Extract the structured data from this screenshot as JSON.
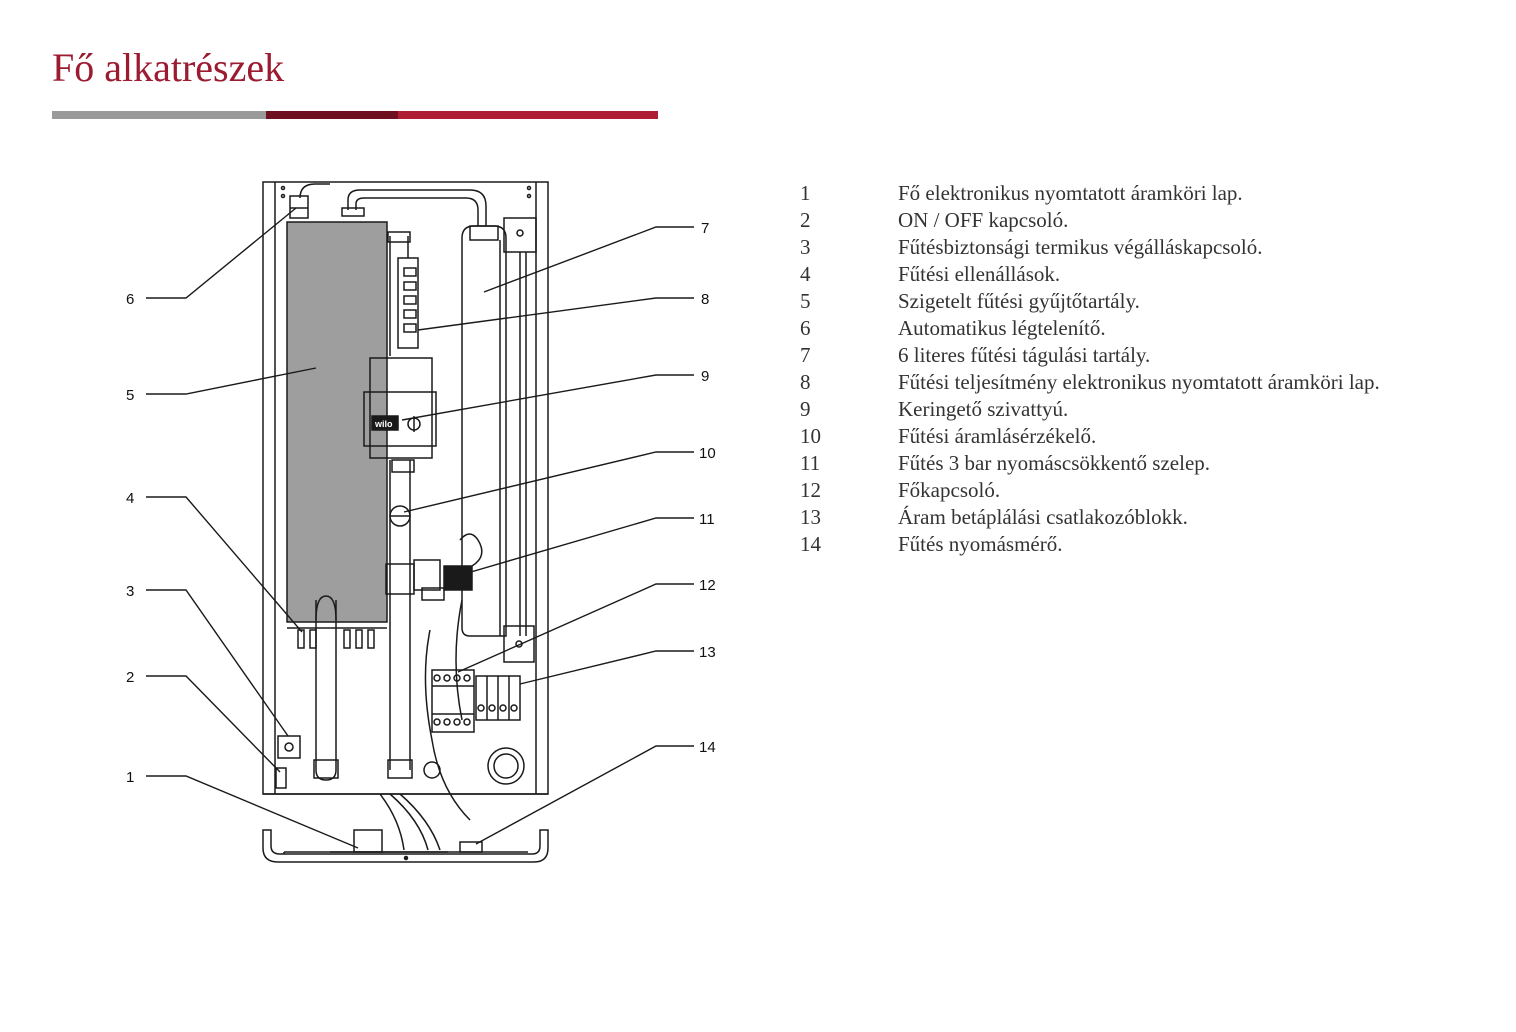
{
  "title": "Fő alkatrészek",
  "colors": {
    "accent": "#9b1b30",
    "rule_grey": "#9a9a9a",
    "rule_dark": "#6e1020",
    "rule_red": "#b01e34",
    "tank_fill": "#9e9e9e"
  },
  "callouts": [
    "1",
    "2",
    "3",
    "4",
    "5",
    "6",
    "7",
    "8",
    "9",
    "10",
    "11",
    "12",
    "13",
    "14"
  ],
  "pump_brand": "wilo",
  "legend": [
    {
      "num": "1",
      "text": "Fő elektronikus nyomtatott áramköri lap."
    },
    {
      "num": "2",
      "text": "ON / OFF kapcsoló."
    },
    {
      "num": "3",
      "text": "Fűtésbiztonsági termikus végálláskapcsoló."
    },
    {
      "num": "4",
      "text": "Fűtési ellenállások."
    },
    {
      "num": "5",
      "text": "Szigetelt fűtési gyűjtőtartály."
    },
    {
      "num": "6",
      "text": "Automatikus légtelenítő."
    },
    {
      "num": "7",
      "text": "6 literes fűtési tágulási tartály."
    },
    {
      "num": "8",
      "text": "Fűtési teljesítmény  elektronikus nyomtatott áramköri lap."
    },
    {
      "num": "9",
      "text": "Keringető szivattyú."
    },
    {
      "num": "10",
      "text": "Fűtési áramlásérzékelő."
    },
    {
      "num": "11",
      "text": "Fűtés 3 bar nyomáscsökkentő szelep."
    },
    {
      "num": "12",
      "text": "Főkapcsoló."
    },
    {
      "num": "13",
      "text": "Áram betáplálási csatlakozóblokk."
    },
    {
      "num": "14",
      "text": "Fűtés nyomásmérő."
    }
  ]
}
